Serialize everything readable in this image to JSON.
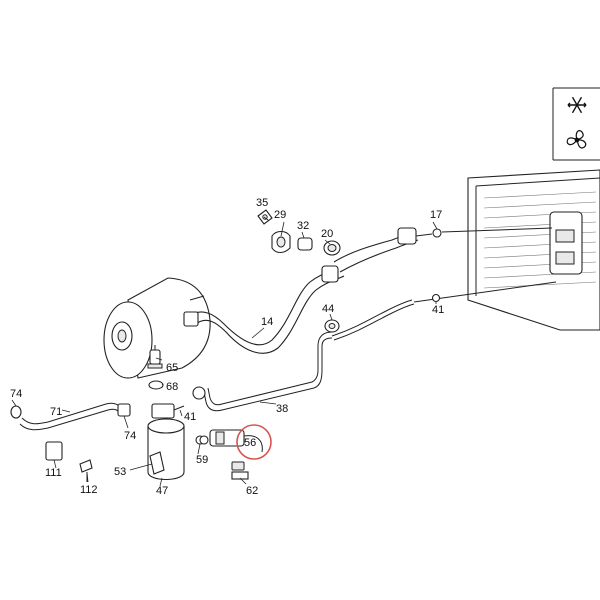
{
  "symbols": {
    "climate_icon": "snowflake-icon",
    "fan_icon": "fan-icon"
  },
  "callout_color": "#d9534f",
  "labels": {
    "p14": "14",
    "p17": "17",
    "p20": "20",
    "p29": "29",
    "p32": "32",
    "p35": "35",
    "p38": "38",
    "p41a": "41",
    "p41b": "41",
    "p44": "44",
    "p47": "47",
    "p53": "53",
    "p56": "56",
    "p59": "59",
    "p62": "62",
    "p65": "65",
    "p68": "68",
    "p71": "71",
    "p74a": "74",
    "p74b": "74",
    "p111": "111",
    "p112": "112"
  }
}
